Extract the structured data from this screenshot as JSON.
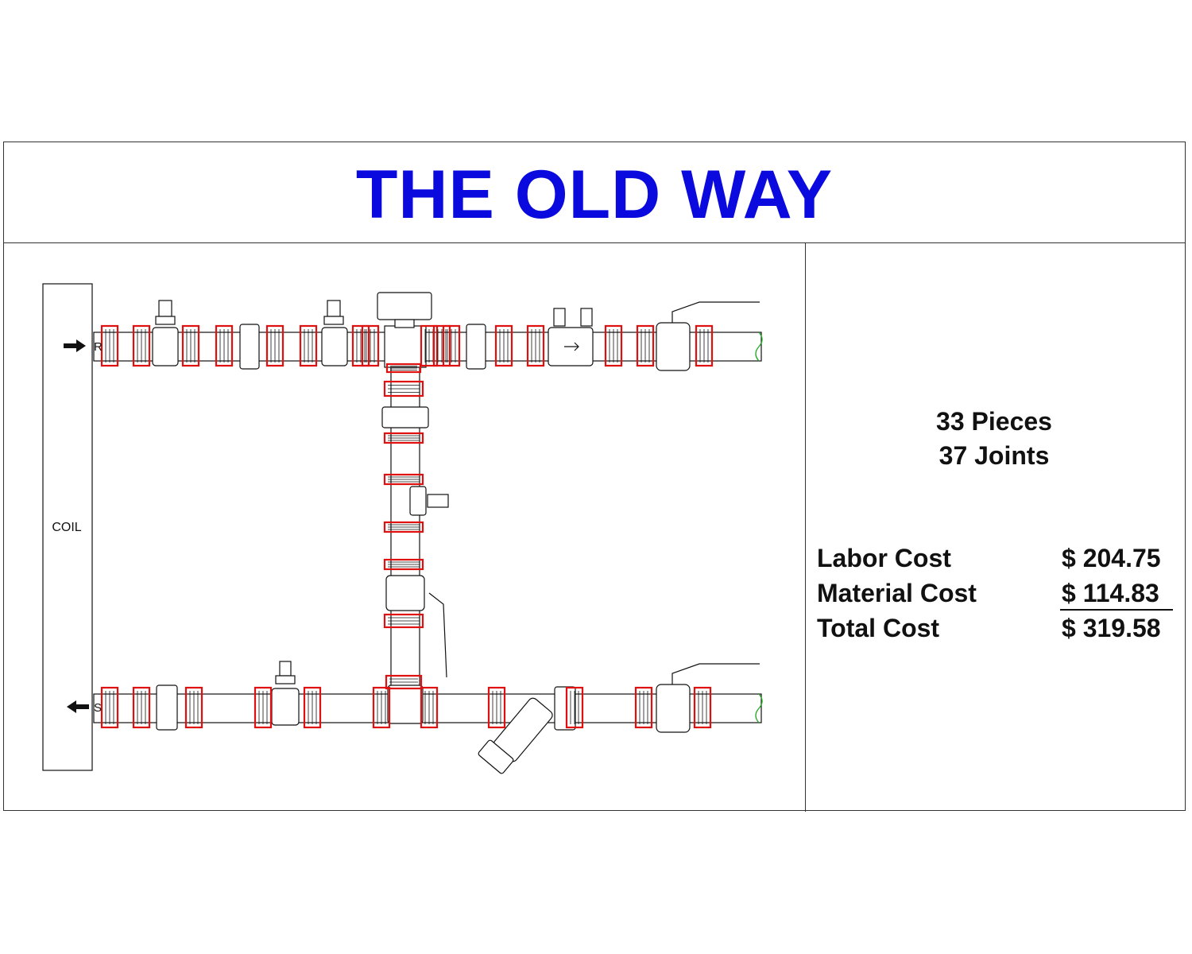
{
  "title": "THE OLD WAY",
  "colors": {
    "title": "#0a0adf",
    "joint_highlight": "#e01010",
    "pipe_end": "#1ea81e",
    "line": "#111111"
  },
  "diagram": {
    "coil_label": "COIL",
    "return_label": "R",
    "supply_label": "S",
    "arrow_icons": [
      "arrow-right-icon",
      "arrow-left-icon"
    ]
  },
  "stats": {
    "pieces": "33 Pieces",
    "joints": "37 Joints"
  },
  "costs": {
    "labor_label": "Labor Cost",
    "labor_value": "$ 204.75",
    "material_label": "Material Cost",
    "material_value": "$ 114.83",
    "total_label": "Total Cost",
    "total_value": "$ 319.58"
  }
}
